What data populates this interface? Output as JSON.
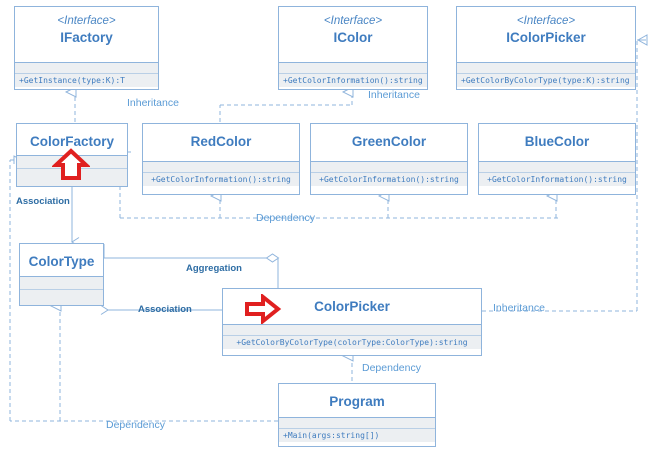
{
  "diagram": {
    "title": "Factory / ColorPicker UML class diagram",
    "accent": "#5b9bd5",
    "border": "#8fb4dc",
    "compartment_fill": "#eceff2",
    "marker_red": "#e02020"
  },
  "classes": [
    {
      "id": "IFactory",
      "stereotype": "<Interface>",
      "name": "IFactory",
      "operations": [
        "+GetInstance(type:K):T"
      ],
      "marker": null
    },
    {
      "id": "IColor",
      "stereotype": "<Interface>",
      "name": "IColor",
      "operations": [
        "+GetColorInformation():string"
      ],
      "marker": null
    },
    {
      "id": "IColorPicker",
      "stereotype": "<Interface>",
      "name": "IColorPicker",
      "operations": [
        "+GetColorByColorType(type:K):string"
      ],
      "marker": null
    },
    {
      "id": "ColorFactory",
      "stereotype": null,
      "name": "ColorFactory",
      "operations": [],
      "marker": "arrow-up-icon"
    },
    {
      "id": "RedColor",
      "stereotype": null,
      "name": "RedColor",
      "operations": [
        "+GetColorInformation():string"
      ],
      "marker": null
    },
    {
      "id": "GreenColor",
      "stereotype": null,
      "name": "GreenColor",
      "operations": [
        "+GetColorInformation():string"
      ],
      "marker": null
    },
    {
      "id": "BlueColor",
      "stereotype": null,
      "name": "BlueColor",
      "operations": [
        "+GetColorInformation():string"
      ],
      "marker": null
    },
    {
      "id": "ColorType",
      "stereotype": null,
      "name": "ColorType",
      "operations": [],
      "marker": null
    },
    {
      "id": "ColorPicker",
      "stereotype": null,
      "name": "ColorPicker",
      "operations": [
        "+GetColorByColorType(colorType:ColorType):string"
      ],
      "marker": "arrow-right-icon"
    },
    {
      "id": "Program",
      "stereotype": null,
      "name": "Program",
      "operations": [
        "+Main(args:string[])"
      ],
      "marker": null
    }
  ],
  "relationships": [
    {
      "id": "r1",
      "label": "Inheritance",
      "from": "ColorFactory",
      "to": "IFactory",
      "kind": "realization"
    },
    {
      "id": "r2",
      "label": "Inheritance",
      "from": "RedColor",
      "to": "IColor",
      "kind": "realization"
    },
    {
      "id": "r3",
      "label": "Inheritance",
      "from": "ColorPicker",
      "to": "IColorPicker",
      "kind": "realization"
    },
    {
      "id": "r4",
      "label": "Dependency",
      "from": "RedColor/GreenColor/BlueColor",
      "to": "ColorFactory",
      "kind": "dependency"
    },
    {
      "id": "r5",
      "label": "Association",
      "from": "ColorFactory",
      "to": "ColorType",
      "kind": "association"
    },
    {
      "id": "r6",
      "label": "Association",
      "from": "ColorPicker",
      "to": "ColorType",
      "kind": "association"
    },
    {
      "id": "r7",
      "label": "Aggregation",
      "from": "ColorPicker",
      "to": "ColorType",
      "kind": "aggregation"
    },
    {
      "id": "r8",
      "label": "Dependency",
      "from": "Program",
      "to": "ColorPicker",
      "kind": "dependency"
    },
    {
      "id": "r9",
      "label": "Dependency",
      "from": "Program",
      "to": "ColorType",
      "kind": "dependency"
    }
  ],
  "labels": {
    "inheritance_top_left": "Inheritance",
    "inheritance_top_mid": "Inheritance",
    "inheritance_right": "Inheritance",
    "dependency_mid": "Dependency",
    "dependency_lower": "Dependency",
    "dependency_bottom": "Dependency",
    "association_left": "Association",
    "association_mid": "Association",
    "aggregation": "Aggregation"
  }
}
